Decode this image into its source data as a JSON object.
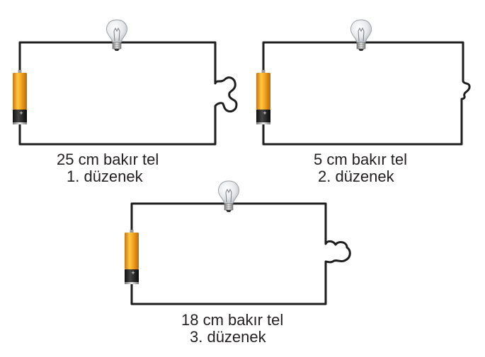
{
  "setups": [
    {
      "wire_label": "25 cm bakır tel",
      "setup_label": "1. düzenek",
      "wire_length_cm": 25
    },
    {
      "wire_label": "5 cm bakır tel",
      "setup_label": "2. düzenek",
      "wire_length_cm": 5
    },
    {
      "wire_label": "18 cm bakır tel",
      "setup_label": "3. düzenek",
      "wire_length_cm": 18
    }
  ],
  "battery": {
    "terminal_symbol": "+",
    "color": "#f0a020"
  },
  "components": {
    "light": "light-bulb-icon",
    "source": "battery-icon"
  }
}
